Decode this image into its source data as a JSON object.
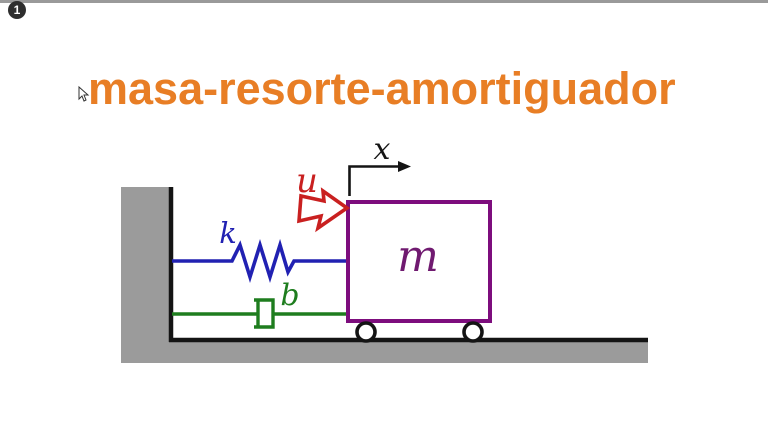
{
  "frame": {
    "background": "#ffffff"
  },
  "top_bar": {
    "color": "#9a9a9a"
  },
  "badge": {
    "label": "1",
    "bg_color": "#2e2e2e",
    "text_color": "#ffffff"
  },
  "title": {
    "text": "masa-resorte-amortiguador",
    "color": "#e87e25"
  },
  "diagram": {
    "labels": {
      "spring": "k",
      "damper": "b",
      "mass": "m",
      "input_force": "u",
      "axis": "x"
    },
    "colors": {
      "spring": "#2121b2",
      "damper": "#1e7d1e",
      "mass_box": "#7d0d7d",
      "mass_label": "#701a70",
      "input_force": "#c92020",
      "wall_ground_fill": "#9b9b9b",
      "outline": "#141414",
      "white_fill": "#ffffff"
    }
  }
}
